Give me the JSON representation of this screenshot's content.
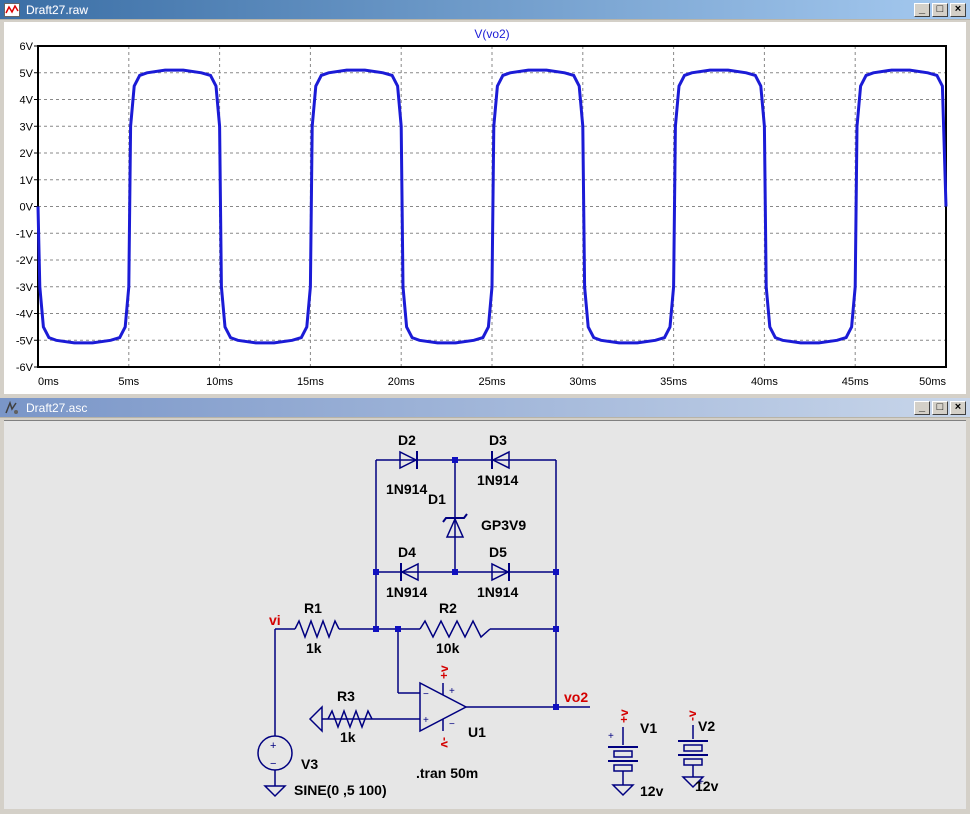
{
  "plot_window": {
    "title": "Draft27.raw",
    "trace_label": "V(vo2)",
    "buttons": {
      "minimize": "_",
      "restore": "□",
      "close": "×"
    }
  },
  "schematic_window": {
    "title": "Draft27.asc",
    "buttons": {
      "minimize": "_",
      "restore": "□",
      "close": "×"
    }
  },
  "colors": {
    "trace": "#1b1bd6",
    "net_label": "#d40000",
    "wire": "#000080",
    "component": "#000080",
    "junction": "#1010c0"
  },
  "chart_data": {
    "type": "line",
    "title": "V(vo2)",
    "xlabel": "",
    "ylabel": "",
    "xlim": [
      0,
      50
    ],
    "ylim": [
      -6,
      6
    ],
    "x_ticks": [
      "0ms",
      "5ms",
      "10ms",
      "15ms",
      "20ms",
      "25ms",
      "30ms",
      "35ms",
      "40ms",
      "45ms",
      "50ms"
    ],
    "y_ticks": [
      "6V",
      "5V",
      "4V",
      "3V",
      "2V",
      "1V",
      "0V",
      "-1V",
      "-2V",
      "-3V",
      "-4V",
      "-5V",
      "-6V"
    ],
    "grid": true,
    "series": [
      {
        "name": "V(vo2)",
        "x": [
          0,
          0.1,
          0.3,
          0.6,
          1.0,
          2.0,
          3.0,
          4.0,
          4.5,
          4.8,
          5.0,
          5.1,
          5.3,
          5.6,
          6.0,
          7.0,
          8.0,
          9.0,
          9.5,
          9.8,
          10.0,
          10.1,
          10.3,
          10.6,
          11.0,
          12.0,
          13.0,
          14.0,
          14.5,
          14.8,
          15.0,
          15.1,
          15.3,
          15.6,
          16.0,
          17.0,
          18.0,
          19.0,
          19.5,
          19.8,
          20.0,
          20.1,
          20.3,
          20.6,
          21.0,
          22.0,
          23.0,
          24.0,
          24.5,
          24.8,
          25.0,
          25.1,
          25.3,
          25.6,
          26.0,
          27.0,
          28.0,
          29.0,
          29.5,
          29.8,
          30.0,
          30.1,
          30.3,
          30.6,
          31.0,
          32.0,
          33.0,
          34.0,
          34.5,
          34.8,
          35.0,
          35.1,
          35.3,
          35.6,
          36.0,
          37.0,
          38.0,
          39.0,
          39.5,
          39.8,
          40.0,
          40.1,
          40.3,
          40.6,
          41.0,
          42.0,
          43.0,
          44.0,
          44.5,
          44.8,
          45.0,
          45.1,
          45.3,
          45.6,
          46.0,
          47.0,
          48.0,
          49.0,
          49.5,
          49.8,
          50.0
        ],
        "values": [
          0,
          -3.0,
          -4.5,
          -4.9,
          -5.0,
          -5.1,
          -5.1,
          -5.0,
          -4.9,
          -4.5,
          -3.0,
          3.0,
          4.5,
          4.9,
          5.0,
          5.1,
          5.1,
          5.0,
          4.9,
          4.5,
          3.0,
          -3.0,
          -4.5,
          -4.9,
          -5.0,
          -5.1,
          -5.1,
          -5.0,
          -4.9,
          -4.5,
          -3.0,
          3.0,
          4.5,
          4.9,
          5.0,
          5.1,
          5.1,
          5.0,
          4.9,
          4.5,
          3.0,
          -3.0,
          -4.5,
          -4.9,
          -5.0,
          -5.1,
          -5.1,
          -5.0,
          -4.9,
          -4.5,
          -3.0,
          3.0,
          4.5,
          4.9,
          5.0,
          5.1,
          5.1,
          5.0,
          4.9,
          4.5,
          3.0,
          -3.0,
          -4.5,
          -4.9,
          -5.0,
          -5.1,
          -5.1,
          -5.0,
          -4.9,
          -4.5,
          -3.0,
          3.0,
          4.5,
          4.9,
          5.0,
          5.1,
          5.1,
          5.0,
          4.9,
          4.5,
          3.0,
          -3.0,
          -4.5,
          -4.9,
          -5.0,
          -5.1,
          -5.1,
          -5.0,
          -4.9,
          -4.5,
          -3.0,
          3.0,
          4.5,
          4.9,
          5.0,
          5.1,
          5.1,
          5.0,
          4.9,
          4.5,
          0
        ]
      }
    ]
  },
  "schematic": {
    "components": {
      "D2": {
        "name": "D2",
        "value": "1N914"
      },
      "D3": {
        "name": "D3",
        "value": "1N914"
      },
      "D1": {
        "name": "D1",
        "value": "GP3V9"
      },
      "D4": {
        "name": "D4",
        "value": "1N914"
      },
      "D5": {
        "name": "D5",
        "value": "1N914"
      },
      "R1": {
        "name": "R1",
        "value": "1k"
      },
      "R2": {
        "name": "R2",
        "value": "10k"
      },
      "R3": {
        "name": "R3",
        "value": "1k"
      },
      "U1": {
        "name": "U1"
      },
      "V1": {
        "name": "V1",
        "value": "12v"
      },
      "V2": {
        "name": "V2",
        "value": "12v"
      },
      "V3": {
        "name": "V3",
        "value": "SINE(0 ,5 100)"
      }
    },
    "nets": {
      "vi": "vi",
      "vo2": "vo2",
      "plus_v": "+v",
      "minus_v": "-v"
    },
    "directive": ".tran 50m"
  }
}
